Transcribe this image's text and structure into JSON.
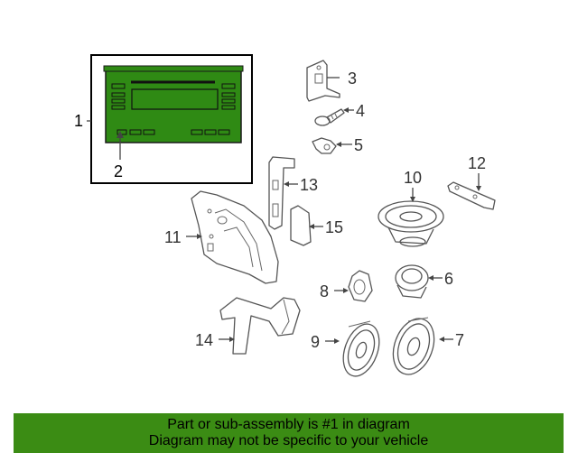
{
  "callouts": {
    "c1": "1",
    "c2": "2",
    "c3": "3",
    "c4": "4",
    "c5": "5",
    "c6": "6",
    "c7": "7",
    "c8": "8",
    "c9": "9",
    "c10": "10",
    "c11": "11",
    "c12": "12",
    "c13": "13",
    "c14": "14",
    "c15": "15"
  },
  "banner": {
    "line1": "Part or sub-assembly is #1 in diagram",
    "line2": "Diagram may not be specific to your vehicle"
  },
  "colors": {
    "highlight_green": "#3b8c14",
    "radio_face": "#2f8a14",
    "line_art": "#555555"
  }
}
